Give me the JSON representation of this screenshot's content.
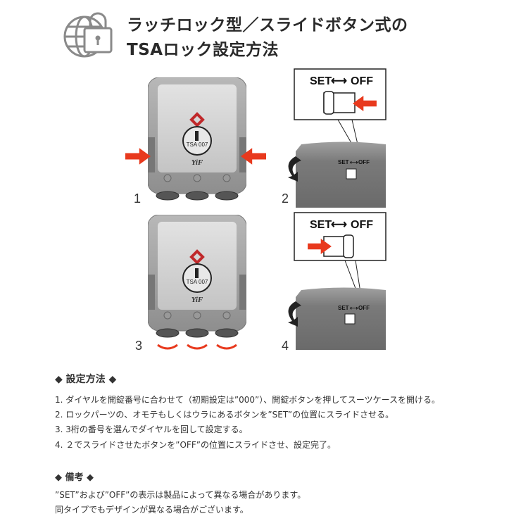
{
  "header": {
    "icon": "globe-lock-icon",
    "title_line1": "ラッチロック型／スライドボタン式の",
    "title_line2": "TSAロック設定方法"
  },
  "illustration": {
    "steps": [
      "1",
      "2",
      "3",
      "4"
    ],
    "switch_label_set": "SET",
    "switch_label_off": "OFF",
    "lock_brand": "YiF",
    "lock_model": "TSA 007",
    "arrow_color": "#e8391d"
  },
  "setup": {
    "heading": "◆ 設定方法 ◆",
    "items": [
      "1. ダイヤルを開錠番号に合わせて（初期設定は”000”）、開錠ボタンを押してスーツケースを開ける。",
      "2. ロックパーツの、オモテもしくはウラにあるボタンを”SET”の位置にスライドさせる。",
      "3. 3桁の番号を選んでダイヤルを回して設定する。",
      "4. ２でスライドさせたボタンを”OFF”の位置にスライドさせ、設定完了。"
    ]
  },
  "notes": {
    "heading": "◆ 備考 ◆",
    "lines": [
      "”SET”および”OFF”の表示は製品によって異なる場合があります。",
      "同タイプでもデザインが異なる場合がございます。"
    ]
  }
}
